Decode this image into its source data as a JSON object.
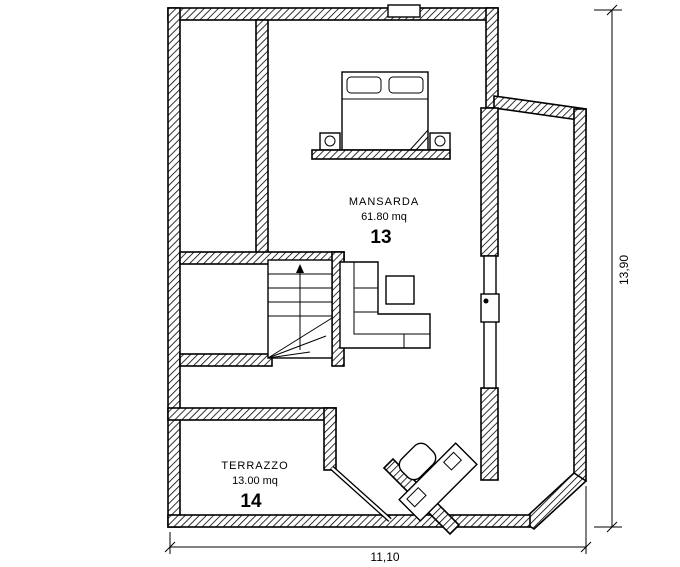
{
  "plan": {
    "rooms": [
      {
        "name": "MANSARDA",
        "area": "61.80 mq",
        "number": "13"
      },
      {
        "name": "TERRAZZO",
        "area": "13.00 mq",
        "number": "14"
      }
    ],
    "dimensions": {
      "height": "13,90",
      "width": "11,10"
    },
    "colors": {
      "line": "#000000",
      "background": "#ffffff"
    }
  }
}
